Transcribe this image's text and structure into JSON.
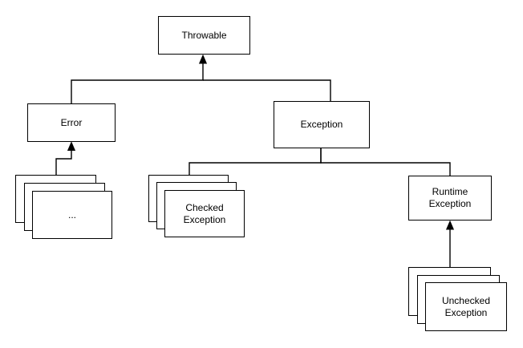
{
  "diagram": {
    "background": "#ffffff",
    "stroke_color": "#000000",
    "node_fill": "#ffffff",
    "nodes": {
      "throwable": {
        "label": "Throwable",
        "stacked": false
      },
      "error": {
        "label": "Error",
        "stacked": false
      },
      "exception": {
        "label": "Exception",
        "stacked": false
      },
      "error_subclasses": {
        "label": "...",
        "stacked": true
      },
      "checked_exception": {
        "label": "Checked Exception",
        "stacked": true
      },
      "runtime_exception": {
        "label": "Runtime Exception",
        "stacked": false
      },
      "unchecked_exception": {
        "label": "Unchecked Exception",
        "stacked": true
      }
    },
    "edges": [
      {
        "from": "error",
        "to": "throwable",
        "arrowhead": "to"
      },
      {
        "from": "exception",
        "to": "throwable",
        "arrowhead": "to"
      },
      {
        "from": "error_subclasses",
        "to": "error",
        "arrowhead": "to"
      },
      {
        "from": "checked_exception",
        "to": "exception",
        "arrowhead": "none"
      },
      {
        "from": "runtime_exception",
        "to": "exception",
        "arrowhead": "none"
      },
      {
        "from": "unchecked_exception",
        "to": "runtime_exception",
        "arrowhead": "to"
      }
    ]
  }
}
